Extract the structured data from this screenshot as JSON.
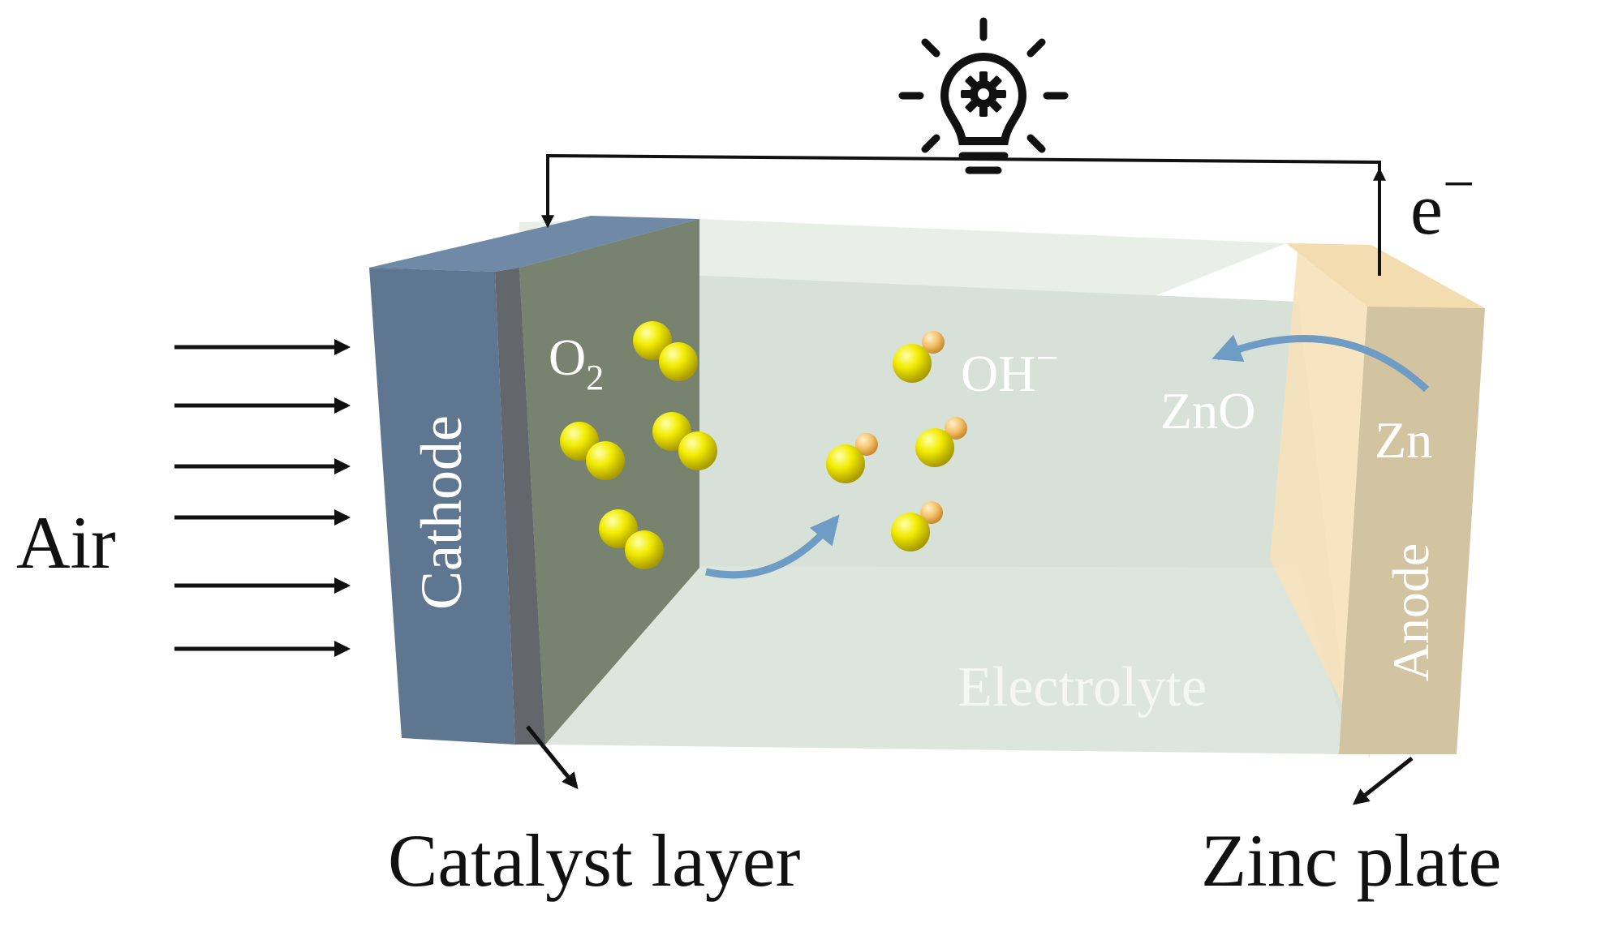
{
  "labels": {
    "air": "Air",
    "cathode": "Cathode",
    "anode": "Anode",
    "electrolyte": "Electrolyte",
    "catalyst_layer": "Catalyst layer",
    "zinc_plate": "Zinc plate",
    "o2": "O",
    "o2_subscript": "2",
    "oh": "OH",
    "oh_superscript": "−",
    "zno": "ZnO",
    "zn": "Zn",
    "electron": "e",
    "electron_superscript": "−"
  },
  "icons": {
    "bulb": "light-bulb-gear-icon",
    "oxygen_molecule": "o2-molecule-icon",
    "hydroxide_ion": "hydroxide-ion-icon"
  },
  "colors": {
    "cathode_front": "#5f7790",
    "cathode_top": "#6f89a6",
    "cathode_edge": "#62656b",
    "catalyst_face": "#76826f",
    "electrolyte": "#d8e2d8",
    "electrolyte_top": "#e6efe6",
    "anode_front": "#d2c3a0",
    "anode_top": "#f3ddb0",
    "anode_inner": "#f6e2b8",
    "molecule": "#e6e000",
    "hydrogen": "#f2c070",
    "arrow_curve": "#6f9cc4"
  }
}
